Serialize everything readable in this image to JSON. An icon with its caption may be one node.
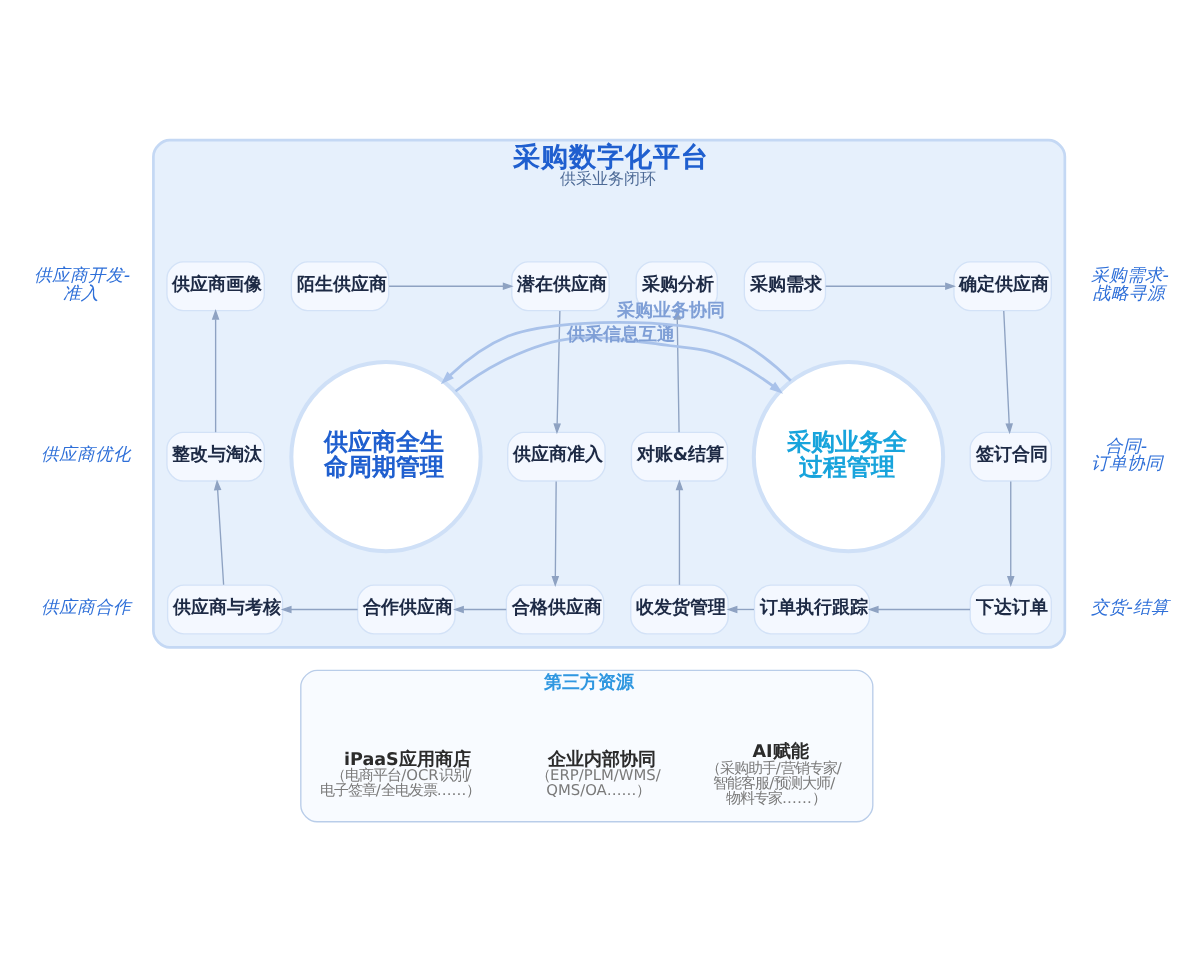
{
  "diagram": {
    "nodes": [
      {
        "text": [
          "采购数字化平台",
          "供采业务闭环"
        ]
      },
      {
        "text": [
          "供应商全生命周期管理"
        ],
        "in": 0
      },
      {
        "text": [
          "陌生供应商"
        ],
        "in": 0
      },
      {
        "text": [
          "潜在供应商"
        ],
        "in": 0
      },
      {
        "text": [
          "供应商准入"
        ],
        "in": 0
      },
      {
        "text": [
          "合格供应商"
        ],
        "in": 0
      },
      {
        "text": [
          "合作供应商"
        ],
        "in": 0
      },
      {
        "text": [
          "供应商与考核"
        ],
        "in": 0
      },
      {
        "text": [
          "整改与淘汰"
        ],
        "in": 0
      },
      {
        "text": [
          "供应商画像"
        ],
        "in": 0
      },
      {
        "text": [
          "采购业务全过程管理"
        ],
        "in": 0
      },
      {
        "text": [
          "采购需求"
        ],
        "in": 0
      },
      {
        "text": [
          "确定供应商"
        ],
        "in": 0
      },
      {
        "text": [
          "签订合同"
        ],
        "in": 0
      },
      {
        "text": [
          "下达订单"
        ],
        "in": 0
      },
      {
        "text": [
          "订单执行跟踪"
        ],
        "in": 0
      },
      {
        "text": [
          "收发货管理"
        ],
        "in": 0
      },
      {
        "text": [
          "对账&结算"
        ],
        "in": 0
      },
      {
        "text": [
          "采购分析"
        ],
        "in": 0
      },
      {
        "text": [
          "第三方资源"
        ]
      },
      {
        "text": [
          "iPaaS应用商店",
          "（电商平台/OCR识别/电子签章/全电发票……）"
        ],
        "in": 19
      },
      {
        "text": [
          "企业内部协同",
          "（ERP/PLM/WMS/QMS/OA……）"
        ],
        "in": 19
      },
      {
        "text": [
          "AI赋能",
          "（采购助手/营销专家/智能客服/预测大师/物料专家……）"
        ],
        "in": 19
      }
    ],
    "edges": [
      {
        "from": 2,
        "to": 3,
        "arrow": "to"
      },
      {
        "from": 3,
        "to": 4,
        "arrow": "to"
      },
      {
        "from": 4,
        "to": 5,
        "arrow": "to"
      },
      {
        "from": 5,
        "to": 6,
        "arrow": "to"
      },
      {
        "from": 6,
        "to": 7,
        "arrow": "to"
      },
      {
        "from": 7,
        "to": 8,
        "arrow": "to"
      },
      {
        "from": 8,
        "to": 9,
        "arrow": "to"
      },
      {
        "from": 1,
        "to": 10,
        "arrow": "to",
        "label": "供采信息互通",
        "color": "#a9c2ea"
      },
      {
        "from": 10,
        "to": 1,
        "arrow": "to",
        "label": "采购业务协同",
        "color": "#a9c2ea"
      },
      {
        "from": 11,
        "to": 12,
        "arrow": "to"
      },
      {
        "from": 12,
        "to": 13,
        "arrow": "to"
      },
      {
        "from": 13,
        "to": 14,
        "arrow": "to"
      },
      {
        "from": 14,
        "to": 15,
        "arrow": "to"
      },
      {
        "from": 15,
        "to": 16,
        "arrow": "to"
      },
      {
        "from": 16,
        "to": 17,
        "arrow": "to"
      },
      {
        "from": 17,
        "to": 18,
        "arrow": "to"
      }
    ],
    "labels": [
      "供应商开发-准入",
      "采购需求-战略寻源",
      "供应商优化",
      "合同-订单协同",
      "供应商合作",
      "交货-结算"
    ]
  }
}
